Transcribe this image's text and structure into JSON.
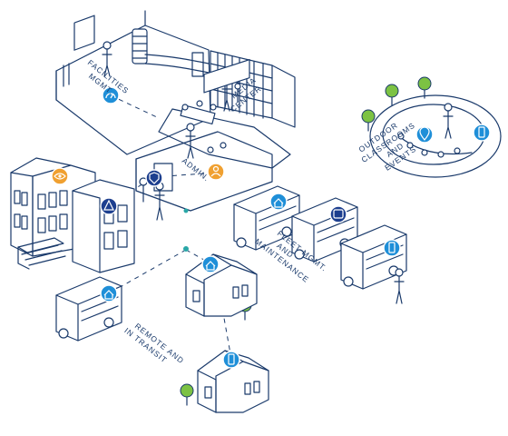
{
  "labels": {
    "facilities": [
      "FACILITIES",
      "MGMT."
    ],
    "media": [
      "MEDIA",
      "CENTER"
    ],
    "admin": [
      "ADMIN."
    ],
    "outdoor": [
      "OUTDOOR",
      "CLASSROOMS",
      "AND",
      "EVENTS"
    ],
    "fleet": [
      "FLEET MGMT.",
      "AND",
      "MAINTENANCE"
    ],
    "remote": [
      "REMOTE AND",
      "IN TRANSIT"
    ]
  },
  "colors": {
    "line": "#1a3a6b",
    "icon_blue": "#1f8fd8",
    "icon_dark": "#1d3f8f",
    "icon_orange": "#f0a030",
    "tree_green": "#7cc243",
    "teal_dot": "#2aa7a7"
  },
  "icons": [
    "gauge-icon",
    "eye-icon",
    "alert-icon",
    "shield-icon",
    "person-icon",
    "location-pin-icon",
    "phone-icon",
    "home-icon",
    "bus-icon"
  ]
}
